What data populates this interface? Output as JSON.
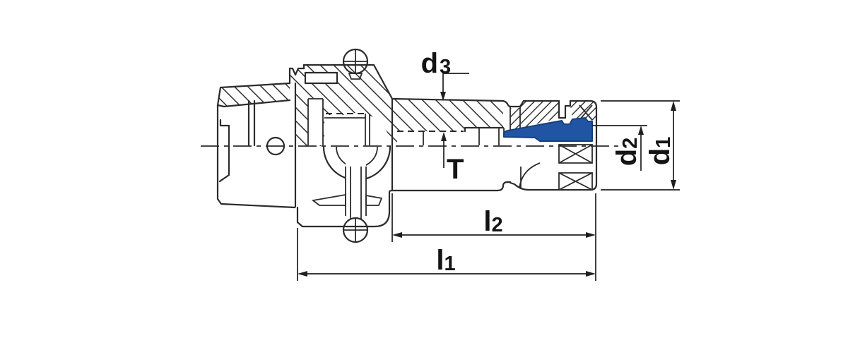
{
  "labels": {
    "d3": {
      "main": "d",
      "sub": "3"
    },
    "t": {
      "main": "T",
      "sub": ""
    },
    "d2": {
      "main": "d",
      "sub": "2"
    },
    "d1": {
      "main": "d",
      "sub": "1"
    },
    "l2": {
      "main": "l",
      "sub": "2"
    },
    "l1": {
      "main": "l",
      "sub": "1"
    }
  },
  "colors": {
    "background": "#ffffff",
    "line": "#2b2b2b",
    "dimension": "#1f1f1f",
    "text": "#141414",
    "collet_fill": "#2155a4",
    "collet_outline": "#16407e"
  }
}
